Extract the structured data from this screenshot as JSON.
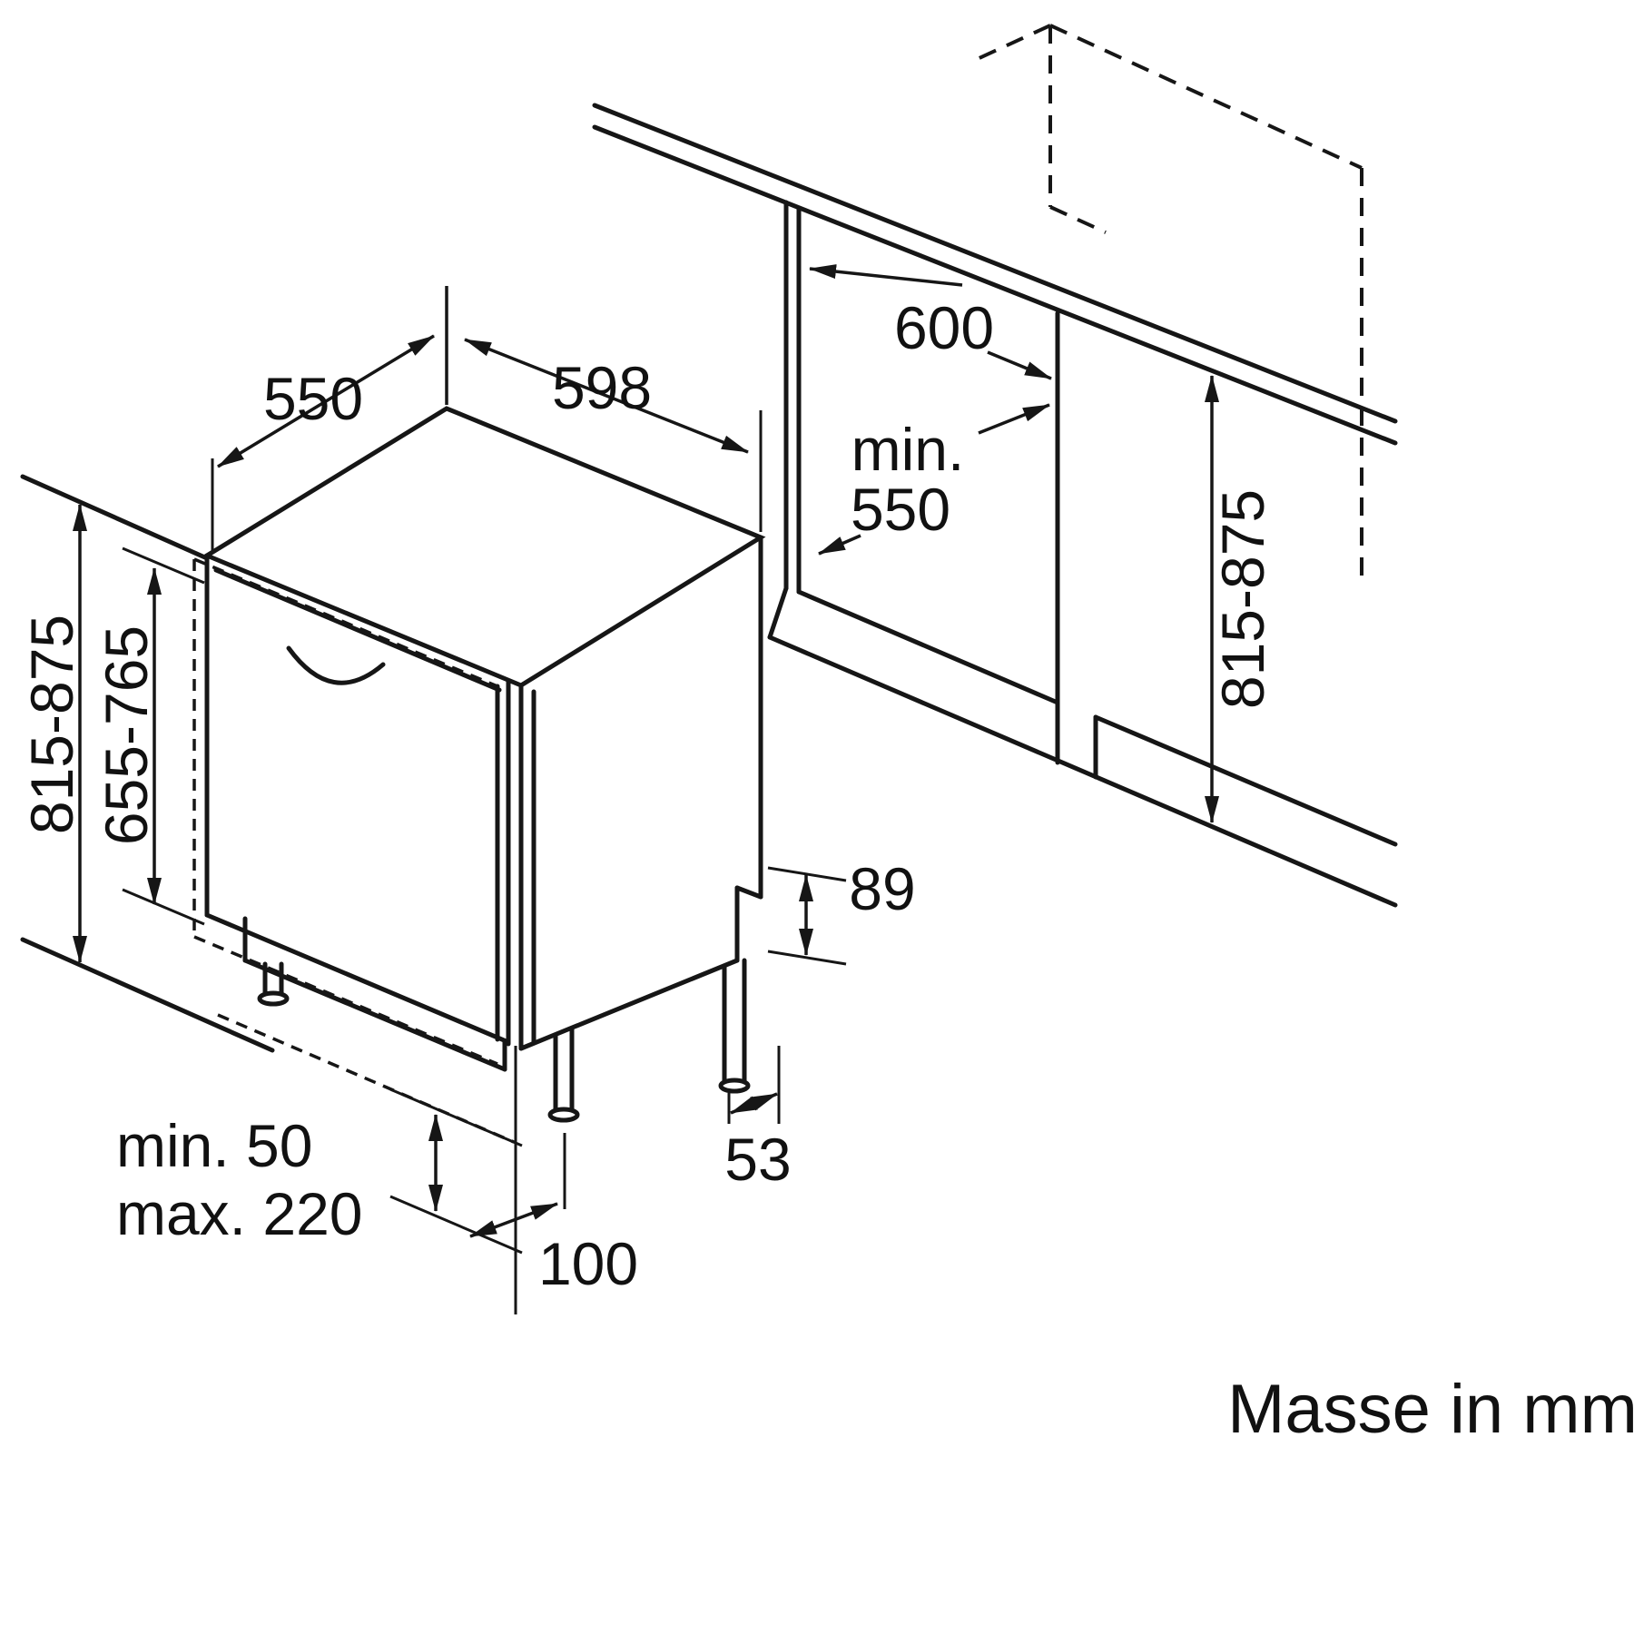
{
  "diagram": {
    "footer": "Masse in mm",
    "labels": {
      "depth_top": "550",
      "width_top": "598",
      "height_overall": "815-875",
      "front_panel_height": "655-765",
      "plinth_min": "min. 50",
      "plinth_max": "max. 220",
      "foot_inset": "100",
      "rear_foot_offset": "53",
      "rear_clearance": "89",
      "niche_width": "600",
      "niche_depth_prefix": "min.",
      "niche_depth": "550",
      "niche_height": "815-875"
    },
    "colors": {
      "line": "#161616",
      "background": "#ffffff"
    }
  }
}
